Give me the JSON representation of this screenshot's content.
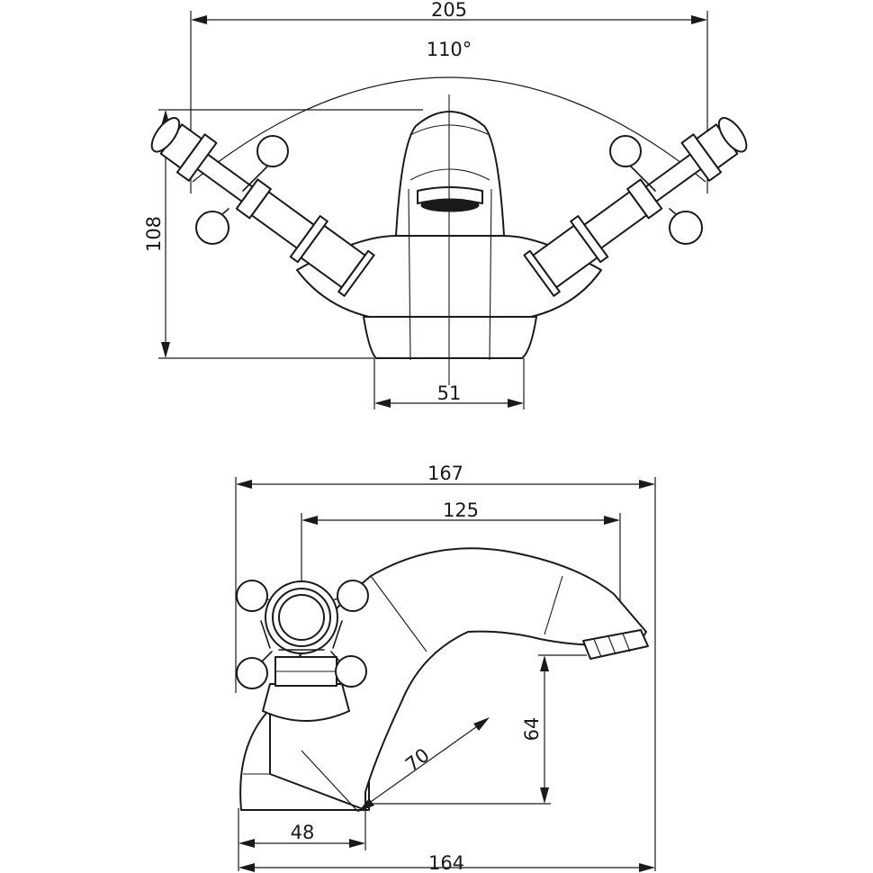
{
  "front_view": {
    "dim_width": "205",
    "dim_angle": "110°",
    "dim_height": "108",
    "dim_base": "51"
  },
  "side_view": {
    "dim_overall": "167",
    "dim_reach": "125",
    "dim_handle": "70",
    "dim_spout_height": "64",
    "dim_base_depth": "48",
    "dim_base_length": "164"
  },
  "colors": {
    "line": "#1a1a1a",
    "background": "#ffffff"
  }
}
